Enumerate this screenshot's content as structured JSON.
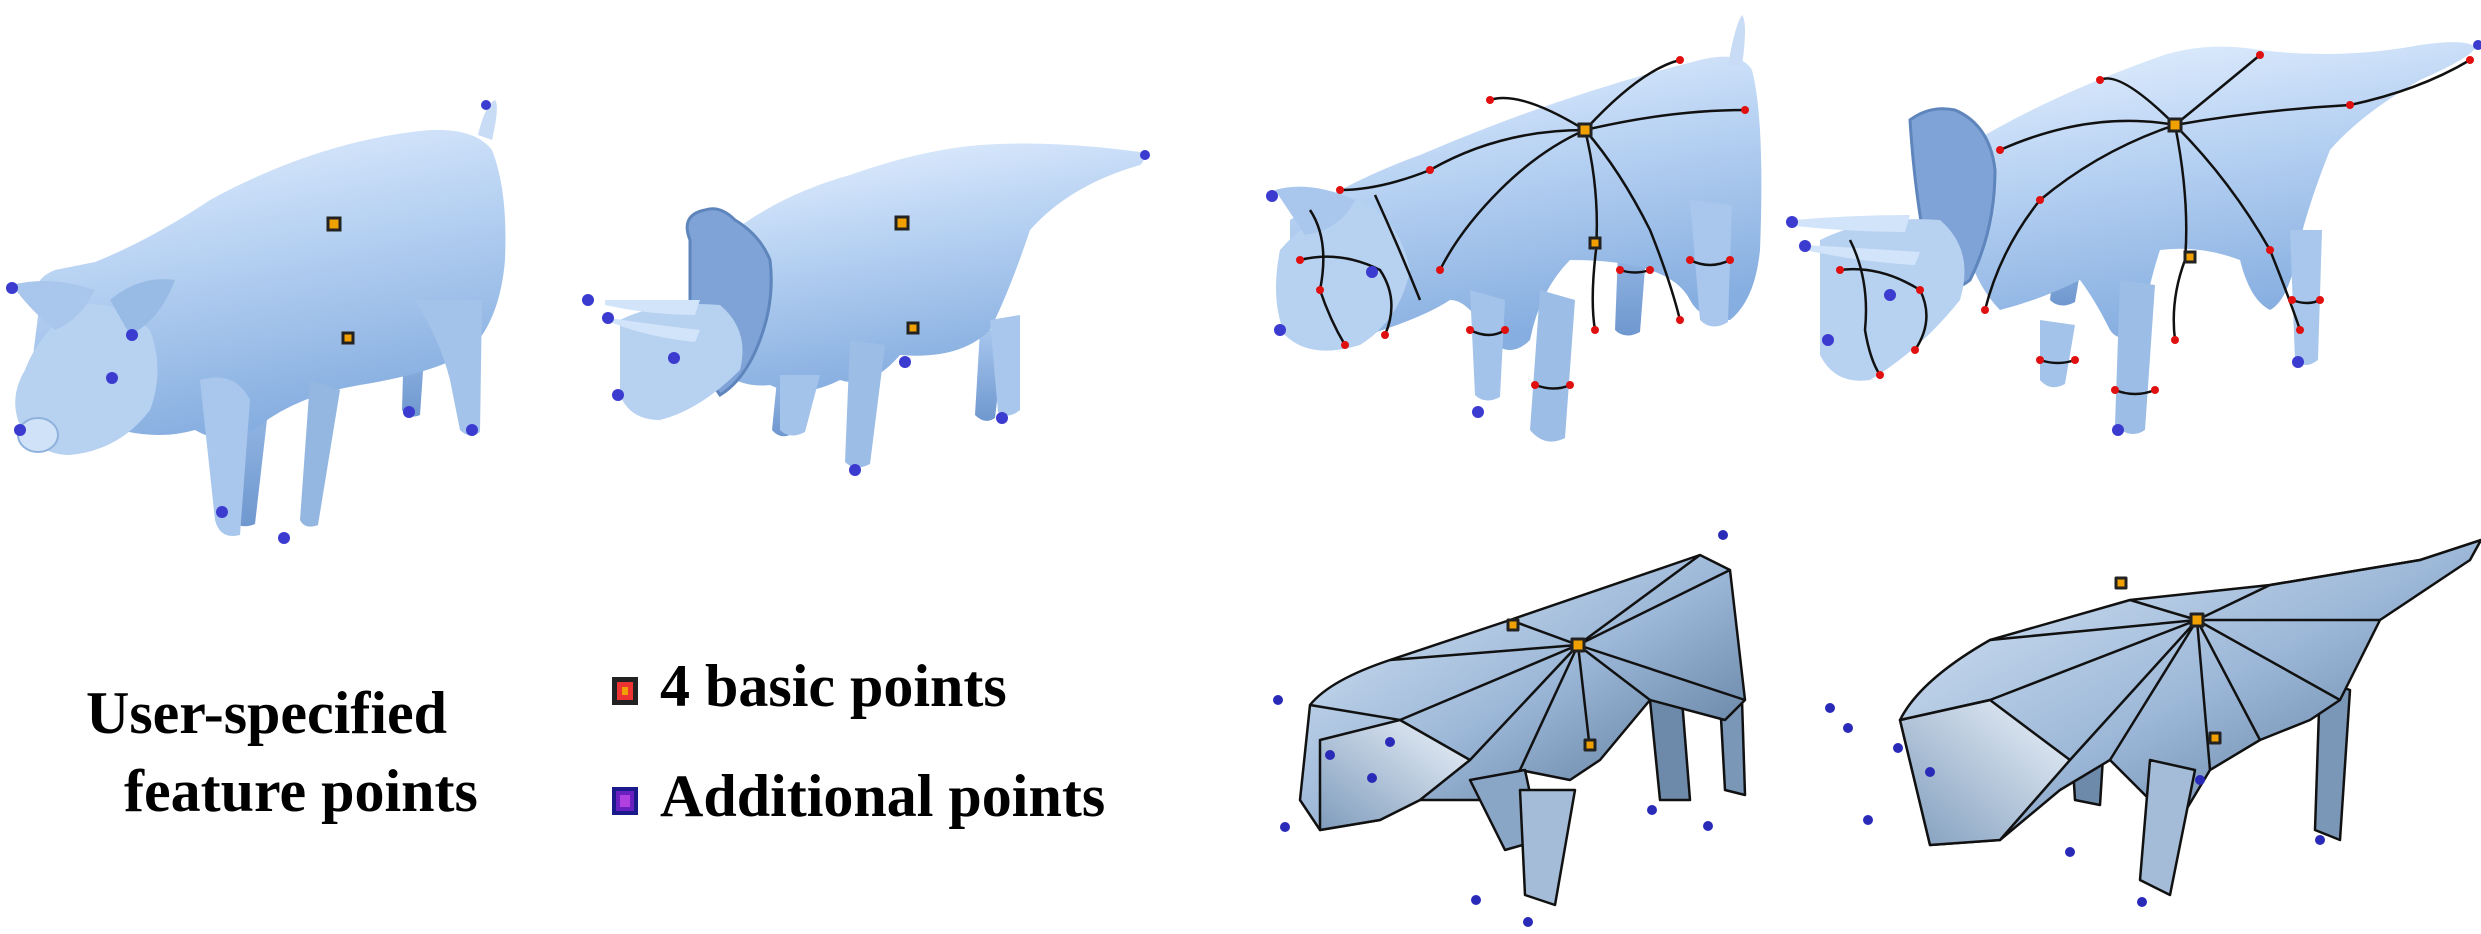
{
  "caption": {
    "line1": "User-specified",
    "line2": "feature points"
  },
  "legend": {
    "basic_label": "4 basic points",
    "additional_label": "Additional points",
    "basic_color": "#f0a000",
    "additional_color": "#8030d0"
  },
  "colors": {
    "surface": "#c5dcf6",
    "surface_shadow": "#7fa7d6",
    "seam": "#111111",
    "seam_point": "#e01010",
    "background": "#ffffff"
  }
}
